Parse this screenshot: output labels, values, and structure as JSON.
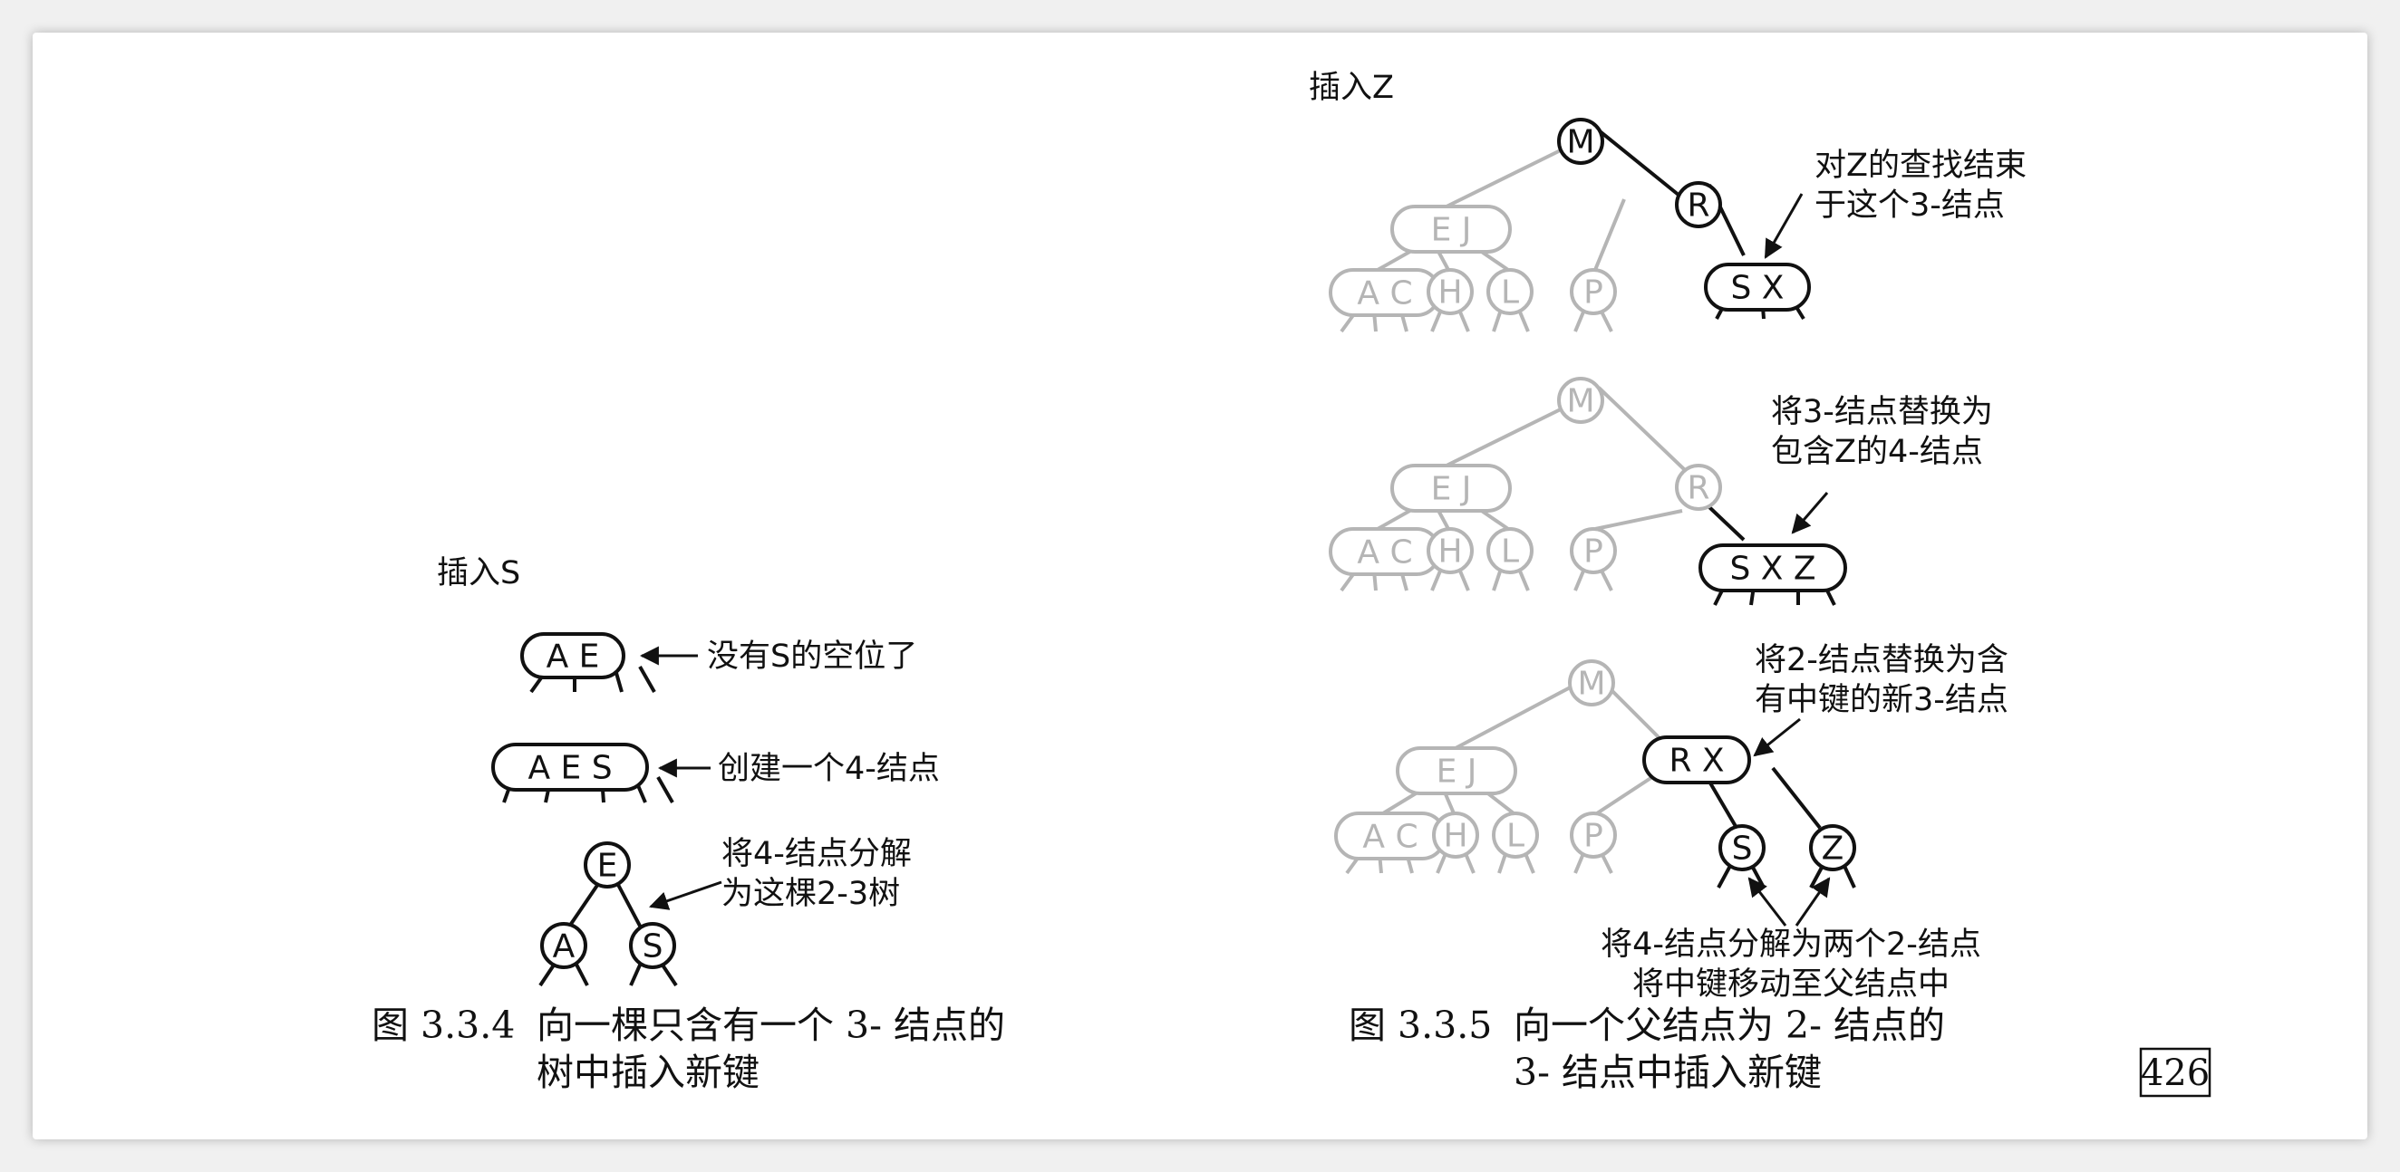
{
  "colors": {
    "active": "#111111",
    "faded": "#b5b5b5"
  },
  "left_figure": {
    "title": "插入S",
    "annotations": {
      "no_room": "没有S的空位了",
      "create": "创建一个4-结点",
      "split_line1": "将4-结点分解",
      "split_line2": "为这棵2-3树"
    },
    "caption": {
      "number": "图 3.3.4",
      "line1": "向一棵只含有一个 3- 结点的",
      "line2": "树中插入新键"
    }
  },
  "right_figure": {
    "title": "插入Z",
    "annotations": {
      "search_end_line1": "对Z的查找结束",
      "search_end_line2": "于这个3-结点",
      "replace_line1": "将3-结点替换为",
      "replace_line2": "包含Z的4-结点",
      "new3_line1": "将2-结点替换为含",
      "new3_line2": "有中键的新3-结点",
      "split_line1": "将4-结点分解为两个2-结点",
      "split_line2": "将中键移动至父结点中"
    },
    "caption": {
      "number": "图 3.3.5",
      "line1": "向一个父结点为 2- 结点的",
      "line2": "3- 结点中插入新键"
    }
  },
  "page_number": "426",
  "nodes": {
    "M": "M",
    "R": "R",
    "EJ": "E J",
    "AC": "A C",
    "H": "H",
    "L": "L",
    "P": "P",
    "SX": "S X",
    "SXZ": "S X Z",
    "RX": "R X",
    "S": "S",
    "Z": "Z",
    "AE": "A E",
    "AES": "A E S",
    "E": "E",
    "A": "A"
  }
}
